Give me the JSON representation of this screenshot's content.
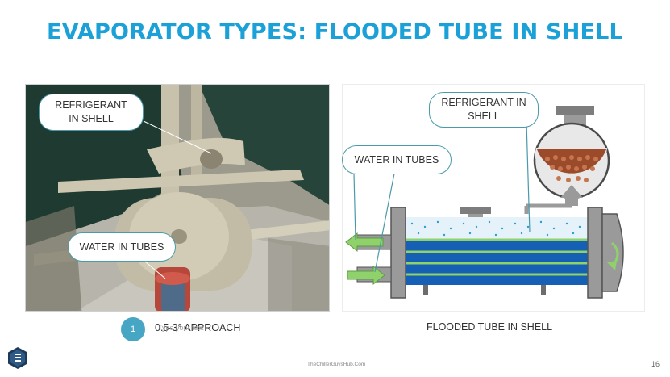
{
  "slide": {
    "title": "EVAPORATOR TYPES: FLOODED TUBE IN SHELL",
    "page_number": "16",
    "footer_url": "TheChillerGuysHub.Com"
  },
  "photo": {
    "callout_refrigerant": "REFRIGERANT IN SHELL",
    "callout_water": "WATER IN TUBES",
    "caption": "0.5-3° APPROACH",
    "badge_number": "1",
    "badge_ghost_text": "Type your text"
  },
  "diagram": {
    "callout_refrigerant": "REFRIGERANT IN SHELL",
    "callout_water": "WATER IN TUBES",
    "caption": "FLOODED TUBE IN SHELL"
  },
  "colors": {
    "title": "#1ba1d8",
    "callout_border": "#4a9aab",
    "shell_blue": "#1560b5",
    "tube_green": "#8fd16b",
    "refrigerant_brown": "#9b4a2a",
    "badge": "#46a6c4"
  }
}
